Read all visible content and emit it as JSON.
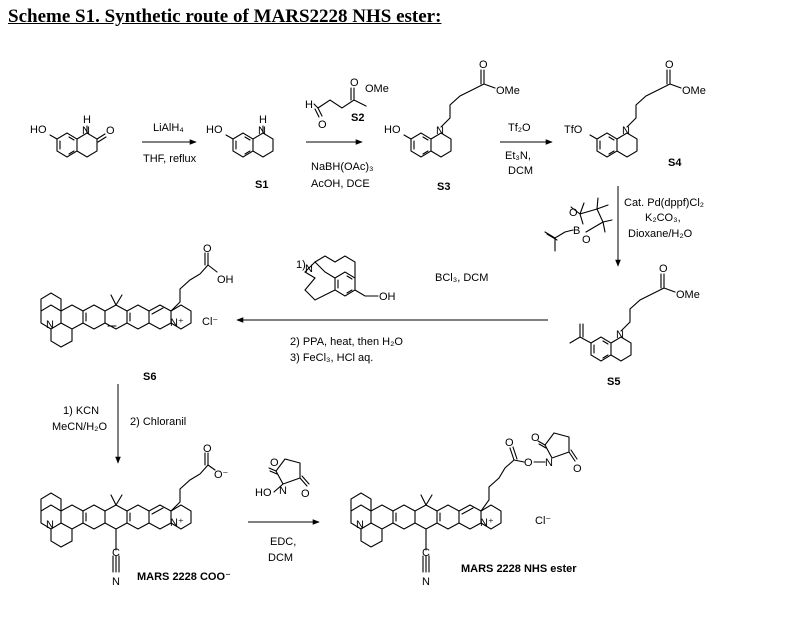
{
  "title": "Scheme S1. Synthetic route of MARS2228 NHS ester:",
  "atoms": {
    "ho": "HO",
    "h": "H",
    "n": "N",
    "o": "O",
    "ome": "OMe",
    "oh": "OH",
    "tfo": "TfO",
    "b": "B",
    "n_plus": "N⁺",
    "cl_minus": "Cl⁻",
    "o_minus": "O⁻",
    "c": "C",
    "ho_dash": "HO"
  },
  "compounds": {
    "s1": "S1",
    "s2": "S2",
    "s3": "S3",
    "s4": "S4",
    "s5": "S5",
    "s6": "S6",
    "mars_coo": "MARS 2228 COO⁻",
    "mars_nhs": "MARS 2228 NHS ester"
  },
  "reagents": {
    "step1_top": "LiAlH₄",
    "step1_bottom": "THF, reflux",
    "step2_bottom_1": "NaBH(OAc)₃",
    "step2_bottom_2": "AcOH, DCE",
    "step3_top": "Tf₂O",
    "step3_bottom_1": "Et₃N,",
    "step3_bottom_2": "DCM",
    "step4_1": "Cat. Pd(dppf)Cl₂",
    "step4_2": "K₂CO₃,",
    "step4_3": "Dioxane/H₂O",
    "step5_num1": "1)",
    "step5_top": "BCl₃, DCM",
    "step5_b2": "2) PPA, heat, then H₂O",
    "step5_b3": "3) FeCl₃, HCl aq.",
    "step6_1a": "1) KCN",
    "step6_1b": "MeCN/H₂O",
    "step6_2": "2) Chloranil",
    "step7_1": "EDC,",
    "step7_2": "DCM"
  }
}
